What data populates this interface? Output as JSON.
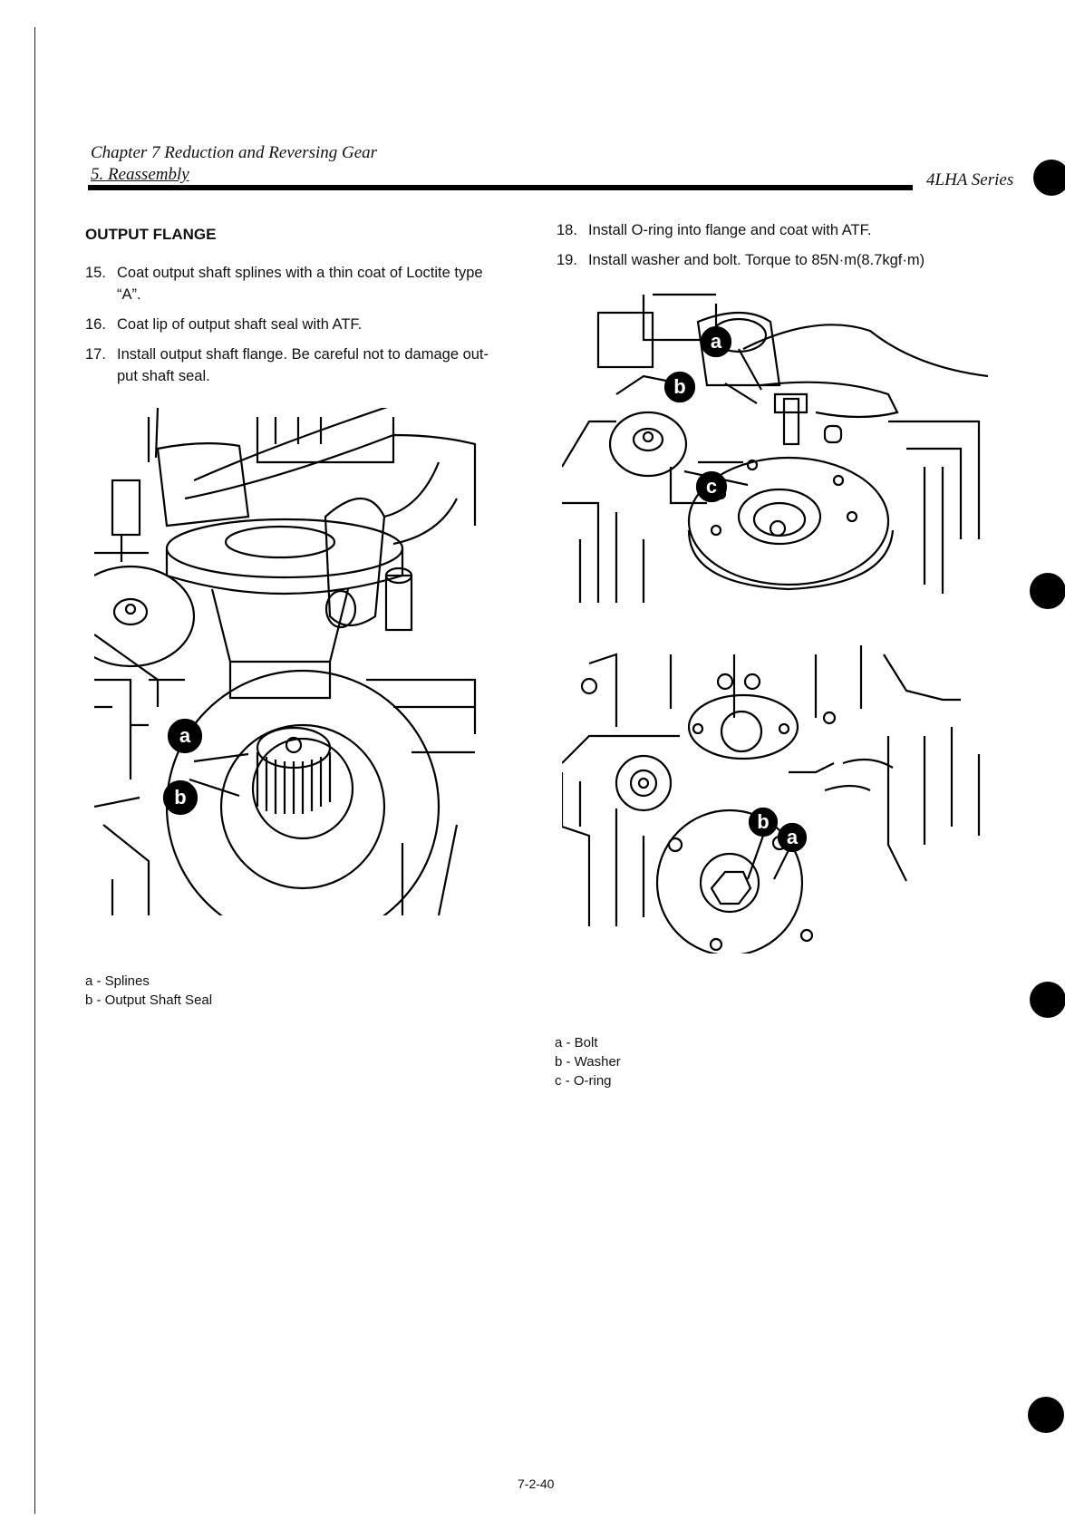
{
  "header": {
    "chapter": "Chapter 7 Reduction and Reversing Gear",
    "section": "5. Reassembly",
    "series": "4LHA Series"
  },
  "left": {
    "title": "OUTPUT FLANGE",
    "steps": [
      {
        "num": "15.",
        "lines": [
          "Coat output shaft splines with a thin coat of Loctite type",
          "“A”."
        ]
      },
      {
        "num": "16.",
        "lines": [
          "Coat lip of output shaft seal with ATF."
        ]
      },
      {
        "num": "17.",
        "lines": [
          "Install output shaft flange. Be careful not to damage out-",
          "put shaft seal."
        ]
      }
    ],
    "legend": [
      "a - Splines",
      "b - Output Shaft Seal"
    ],
    "figure_tags": [
      "a",
      "b"
    ]
  },
  "right": {
    "steps": [
      {
        "num": "18.",
        "lines": [
          "Install O-ring into flange and coat with ATF."
        ]
      },
      {
        "num": "19.",
        "lines": [
          "Install washer and bolt. Torque to 85N·m(8.7kgf·m)"
        ]
      }
    ],
    "legend": [
      "a - Bolt",
      "b - Washer",
      "c - O-ring"
    ],
    "figure_top_tags": [
      "a",
      "b",
      "c"
    ],
    "figure_bottom_tags": [
      "b",
      "a"
    ]
  },
  "footer": {
    "page": "7-2-40"
  }
}
